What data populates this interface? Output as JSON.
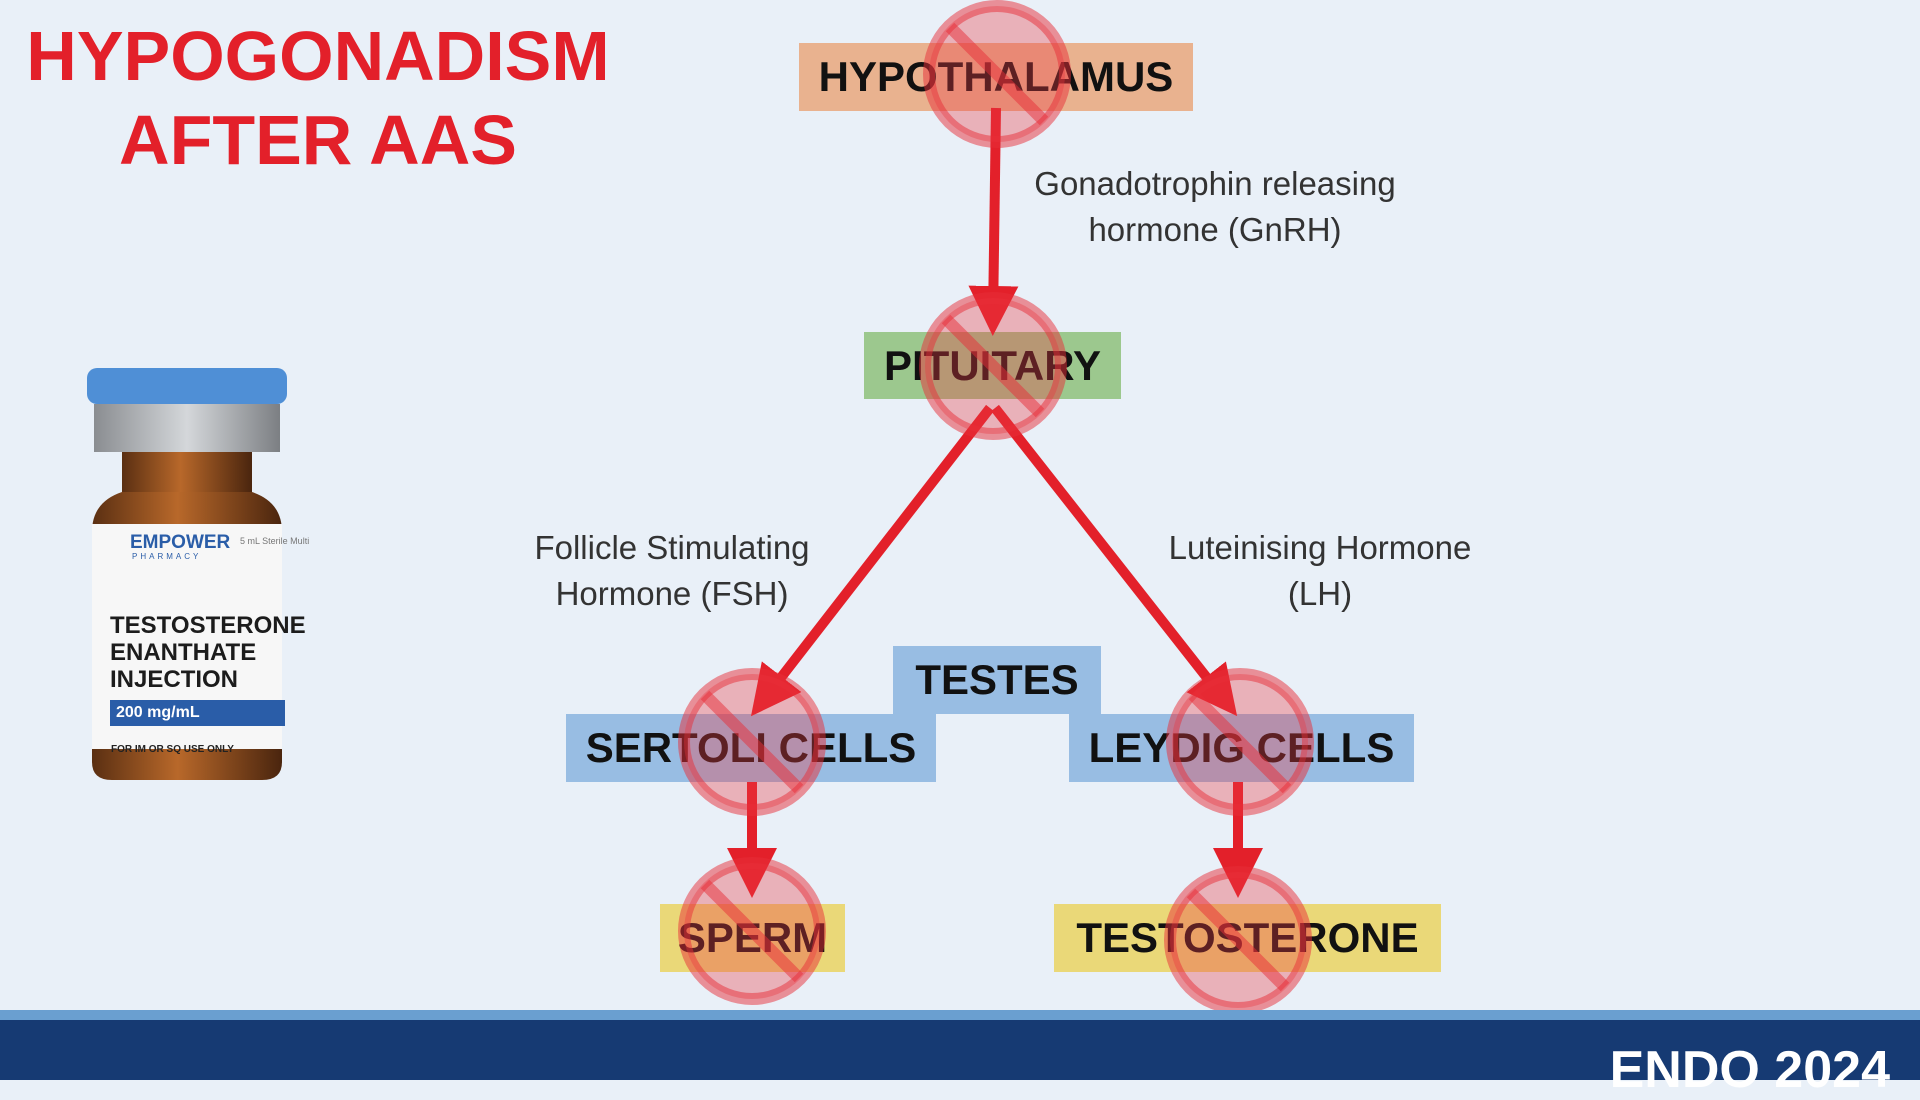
{
  "title": {
    "line1": "HYPOGONADISM",
    "line2": "AFTER AAS"
  },
  "colors": {
    "title": "#e3202a",
    "arrow": "#e3202a",
    "prohibition": "#e8323c",
    "hypothalamus_box": "#e9b28f",
    "pituitary_box": "#9cc88e",
    "testes_box": "#98bde3",
    "output_box": "#ead878",
    "footer": "#163a73"
  },
  "nodes": {
    "hypothalamus": "HYPOTHALAMUS",
    "pituitary": "PITUITARY",
    "testes": "TESTES",
    "sertoli": "SERTOLI CELLS",
    "leydig": "LEYDIG CELLS",
    "sperm": "SPERM",
    "testosterone": "TESTOSTERONE"
  },
  "hormones": {
    "gnrh": {
      "line1": "Gonadotrophin releasing",
      "line2": "hormone (GnRH)"
    },
    "fsh": {
      "line1": "Follicle Stimulating",
      "line2": "Hormone (FSH)"
    },
    "lh": {
      "line1": "Luteinising Hormone",
      "line2": "(LH)"
    }
  },
  "vial": {
    "brand": "EMPOWER",
    "brand_sub": "PHARMACY",
    "size": "5 mL Sterile Multi",
    "name": "TESTOSTERONE\nENANTHATE\nINJECTION",
    "strength": "200 mg/mL",
    "use": "FOR IM OR SQ USE ONLY"
  },
  "footer": {
    "logo": "ENDO 2024"
  }
}
